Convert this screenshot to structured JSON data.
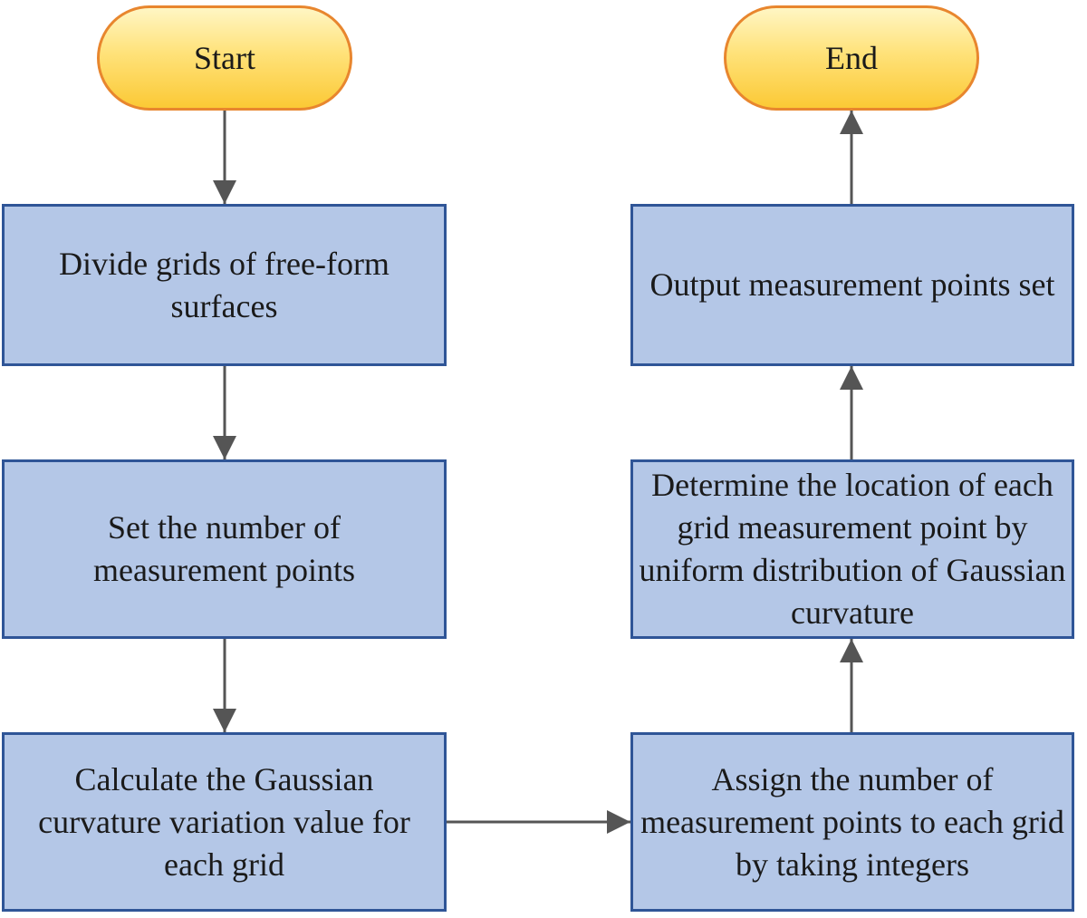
{
  "nodes": {
    "start": "Start",
    "divide": "Divide grids  of free-form surfaces",
    "set_number": "Set the number of measurement points",
    "calculate": "Calculate the Gaussian curvature variation value for each grid",
    "assign": "Assign the number of measurement points to each grid by taking integers",
    "determine": "Determine the location of each grid measurement point by uniform distribution of Gaussian curvature",
    "output": "Output measurement points set",
    "end": "End"
  },
  "colors": {
    "terminal_border": "#e8862e",
    "terminal_fill": "#fcd34d",
    "process_border": "#2f5597",
    "process_fill": "#b4c7e7",
    "arrow": "#555555"
  }
}
